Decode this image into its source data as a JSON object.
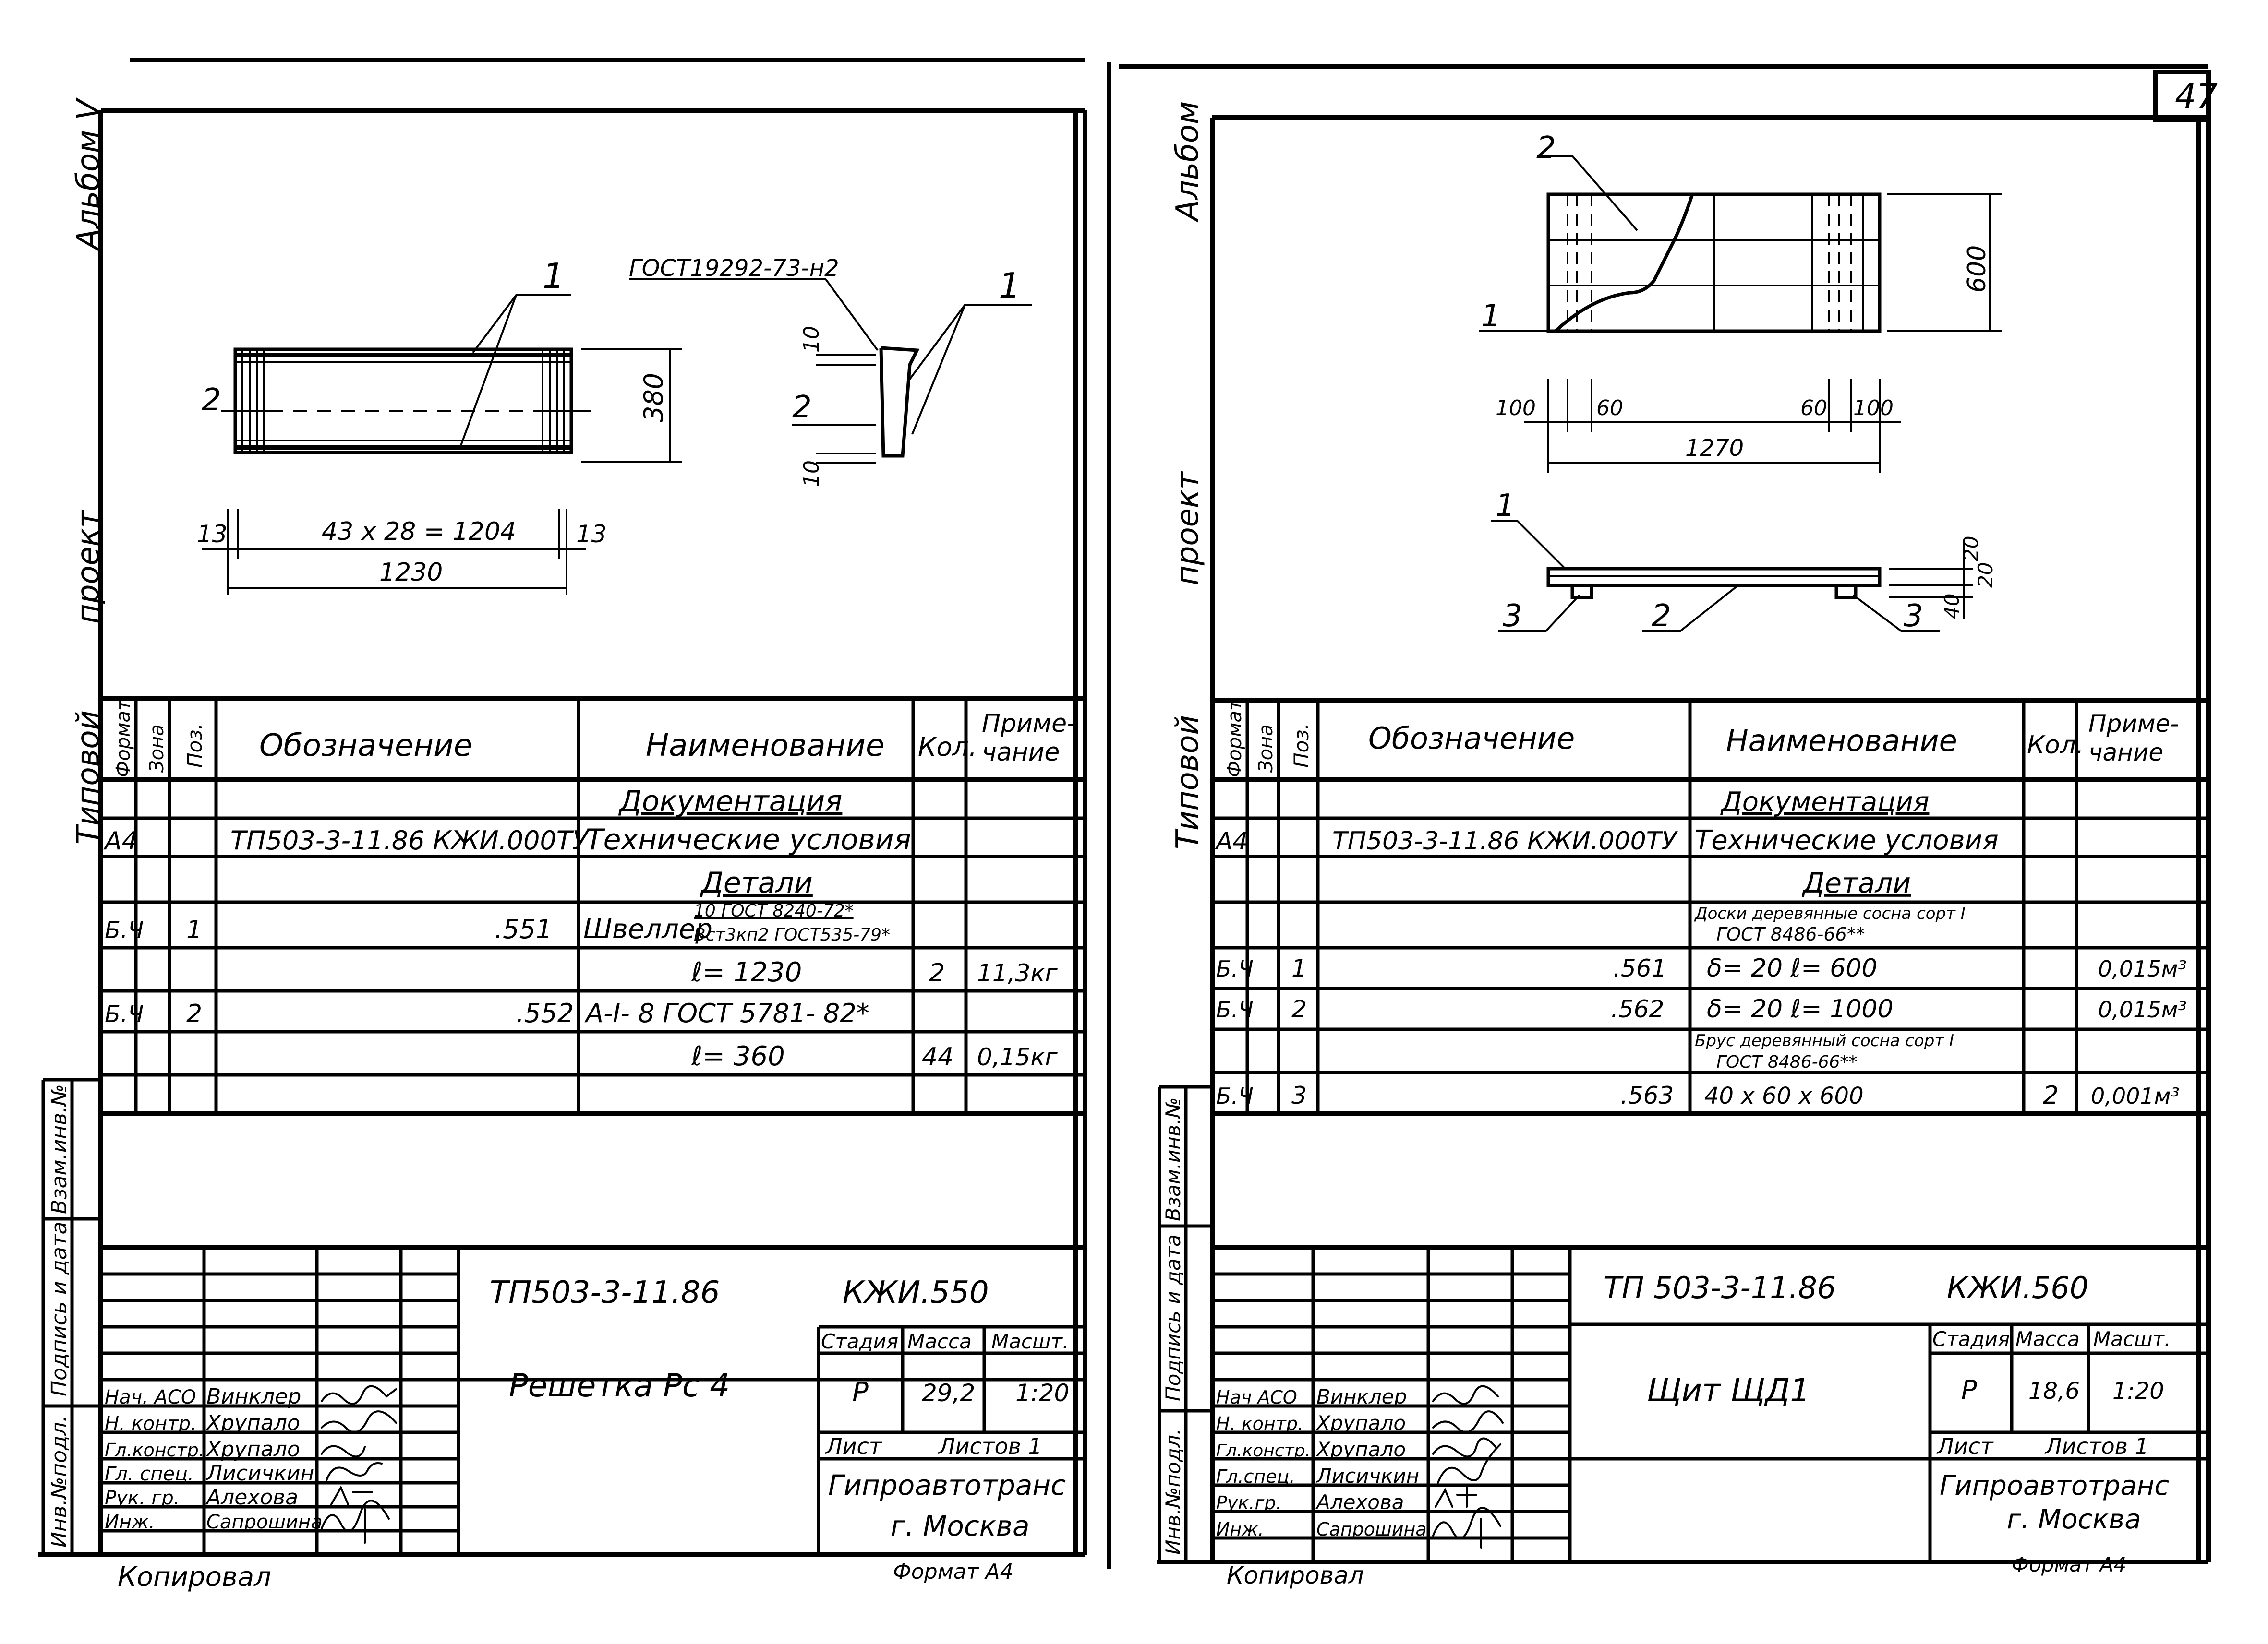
{
  "page_number": "47",
  "page_side_labels": {
    "album": "Альбом",
    "project": "проект",
    "typical": "Типовой"
  },
  "side_stamp": {
    "left_album_suffix": "Альбом V",
    "vzam": "Взам.инв.№",
    "podpis": "Подпись и дата",
    "inv": "Инв.№подл."
  },
  "spec_headers": {
    "format": "Формат",
    "zona": "Зона",
    "poz": "Поз.",
    "oboznachenie": "Обозначение",
    "naimenovanie": "Наименование",
    "kol": "Кол.",
    "primechanie1": "Приме-",
    "primechanie2": "чание"
  },
  "left": {
    "drawing": {
      "gost_label": "ГОСТ19292-73-н2",
      "callout_1a": "1",
      "callout_1b": "1",
      "callout_2a": "2",
      "callout_2b": "2",
      "dim_380": "380",
      "dim_13a": "13",
      "dim_13b": "13",
      "dim_pitch": "43 x 28 = 1204",
      "dim_1230": "1230",
      "dim_10a": "10",
      "dim_10b": "10"
    },
    "spec": {
      "doc_section": "Документация",
      "doc_format": "А4",
      "doc_designation": "ТП503-3-11.86 КЖИ.000ТУ",
      "doc_name": "Технические условия",
      "detail_section": "Детали",
      "rows": [
        {
          "format": "Б.Ч",
          "poz": "1",
          "designation": ".551",
          "name": "Швеллер",
          "name_top": "10 ГОСТ 8240-72*",
          "name_bottom": "Вст3кп2 ГОСТ535-79*"
        },
        {
          "name": "ℓ= 1230",
          "kol": "2",
          "note": "11,3кг"
        },
        {
          "format": "Б.Ч",
          "poz": "2",
          "designation": ".552",
          "name": "А-I- 8 ГОСТ 5781- 82*"
        },
        {
          "name": "ℓ= 360",
          "kol": "44",
          "note": "0,15кг"
        }
      ]
    },
    "title_block": {
      "code": "ТП503-3-11.86",
      "mark": "КЖИ.550",
      "item_name": "Решетка Рс 4",
      "stage_h": "Стадия",
      "mass_h": "Масса",
      "scale_h": "Масшт.",
      "stage": "Р",
      "mass": "29,2",
      "scale": "1:20",
      "sheet": "Лист",
      "sheets": "Листов 1",
      "org1": "Гипроавтотранс",
      "org2": "г. Москва",
      "staff": [
        {
          "role": "Нач. АСО",
          "name": "Винклер"
        },
        {
          "role": "Н. контр.",
          "name": "Хрупало"
        },
        {
          "role": "Гл.констр.",
          "name": "Хрупало"
        },
        {
          "role": "Гл. спец.",
          "name": "Лисичкин"
        },
        {
          "role": "Рук. гр.",
          "name": "Алехова"
        },
        {
          "role": "Инж.",
          "name": "Сапрошина"
        }
      ]
    },
    "copied": "Копировал",
    "format": "Формат А4"
  },
  "right": {
    "drawing": {
      "callout_2": "2",
      "callout_1": "1",
      "dim_600": "600",
      "dim_100a": "100",
      "dim_60a": "60",
      "dim_60b": "60",
      "dim_100b": "100",
      "dim_1270": "1270",
      "callout_1b": "1",
      "callout_3a": "3",
      "callout_2b": "2",
      "callout_3b": "3",
      "dim_20a": "20",
      "dim_20b": "20",
      "dim_40": "40"
    },
    "spec": {
      "doc_section": "Документация",
      "doc_format": "А4",
      "doc_designation": "ТП503-3-11.86 КЖИ.000ТУ",
      "doc_name": "Технические условия",
      "detail_section": "Детали",
      "boards_note1": "Доски деревянные сосна сорт I",
      "boards_note2": "ГОСТ 8486-66**",
      "rows": [
        {
          "format": "Б.Ч",
          "poz": "1",
          "designation": ".561",
          "name": "δ= 20 ℓ= 600",
          "note": "0,015м³"
        },
        {
          "format": "Б.Ч",
          "poz": "2",
          "designation": ".562",
          "name": "δ= 20 ℓ= 1000",
          "note": "0,015м³"
        },
        {
          "name_top": "Брус деревянный сосна сорт I",
          "name_bottom": "ГОСТ 8486-66**"
        },
        {
          "format": "Б.Ч",
          "poz": "3",
          "designation": ".563",
          "name": "40 x 60 x 600",
          "kol": "2",
          "note": "0,001м³"
        }
      ]
    },
    "title_block": {
      "code": "ТП 503-3-11.86",
      "mark": "КЖИ.560",
      "item_name": "Щит ЩД1",
      "stage_h": "Стадия",
      "mass_h": "Масса",
      "scale_h": "Масшт.",
      "stage": "Р",
      "mass": "18,6",
      "scale": "1:20",
      "sheet": "Лист",
      "sheets": "Листов 1",
      "org1": "Гипроавтотранс",
      "org2": "г. Москва",
      "staff": [
        {
          "role": "Нач АСО",
          "name": "Винклер"
        },
        {
          "role": "Н. контр.",
          "name": "Хрупало"
        },
        {
          "role": "Гл.констр.",
          "name": "Хрупало"
        },
        {
          "role": "Гл.спец.",
          "name": "Лисичкин"
        },
        {
          "role": "Рук.гр.",
          "name": "Алехова"
        },
        {
          "role": "Инж.",
          "name": "Сапрошина"
        }
      ]
    },
    "copied": "Копировал",
    "format": "Формат А4"
  }
}
